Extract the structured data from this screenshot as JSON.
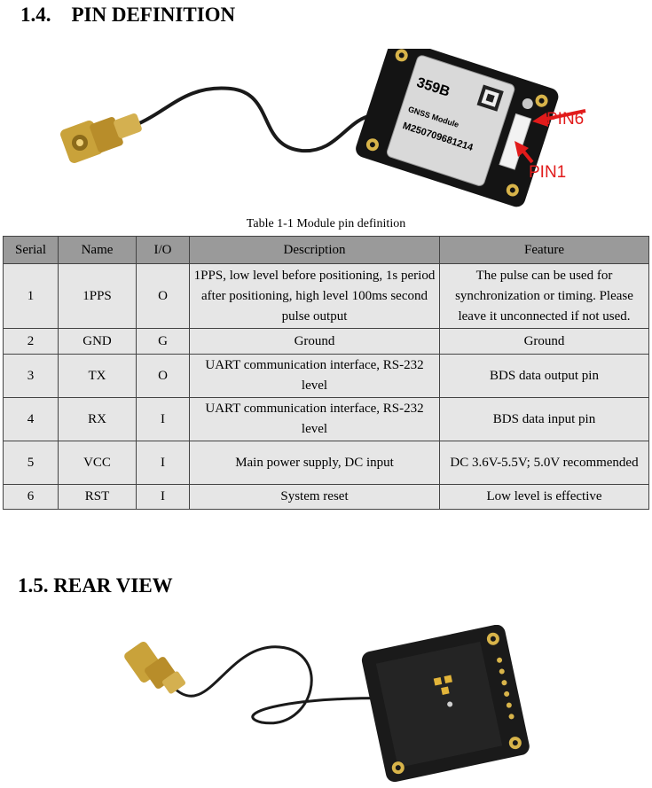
{
  "section_pin": {
    "title": "1.4.    PIN DEFINITION"
  },
  "figure1": {
    "module_text": [
      "359B",
      "GNSS Module",
      "M250709681214"
    ],
    "pin6_label": "PIN6",
    "pin1_label": "PIN1"
  },
  "table": {
    "caption": "Table 1-1 Module pin definition",
    "headers": [
      "Serial",
      "Name",
      "I/O",
      "Description",
      "Feature"
    ],
    "rows": [
      {
        "serial": "1",
        "name": "1PPS",
        "io": "O",
        "description": "1PPS, low level before positioning, 1s period after positioning, high level 100ms second pulse output",
        "feature": "The pulse can be used for synchronization or timing. Please leave it unconnected if not used."
      },
      {
        "serial": "2",
        "name": "GND",
        "io": "G",
        "description": "Ground",
        "feature": "Ground"
      },
      {
        "serial": "3",
        "name": "TX",
        "io": "O",
        "description": "UART communication interface, RS-232 level",
        "feature": "BDS data output pin"
      },
      {
        "serial": "4",
        "name": "RX",
        "io": "I",
        "description": "UART communication interface, RS-232 level",
        "feature": "BDS data input pin"
      },
      {
        "serial": "5",
        "name": "VCC",
        "io": "I",
        "description": "Main power supply, DC input",
        "feature": "DC 3.6V-5.5V; 5.0V recommended"
      },
      {
        "serial": "6",
        "name": "RST",
        "io": "I",
        "description": "System reset",
        "feature": "Low level is effective"
      }
    ]
  },
  "section_rear": {
    "title": "1.5. REAR VIEW"
  }
}
